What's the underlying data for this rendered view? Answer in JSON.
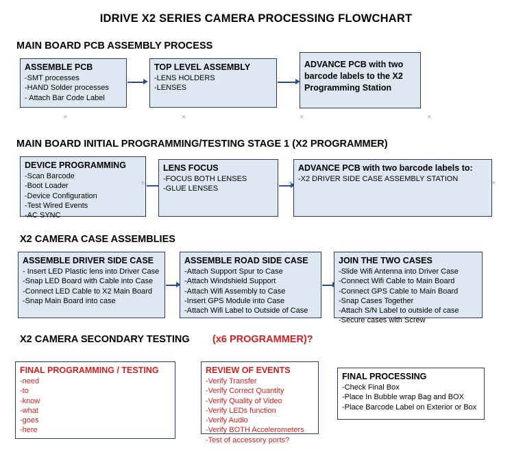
{
  "title": "IDRIVE X2  SERIES CAMERA PROCESSING FLOWCHART",
  "colors": {
    "box_fill": "#dfe7f2",
    "box_border": "#2b3a55",
    "arrow": "#2f4e8f",
    "accent_red": "#d02020"
  },
  "sections": [
    {
      "heading": "MAIN BOARD PCB ASSEMBLY PROCESS",
      "boxes": [
        {
          "title": "ASSEMBLE PCB",
          "body": "-SMT processes\n-HAND Solder processes\n- Attach Bar Code Label"
        },
        {
          "title": "TOP LEVEL ASSEMBLY",
          "body": "-LENS HOLDERS\n-LENSES"
        },
        {
          "title": "ADVANCE PCB with two\nbarcode labels to the\nX2 Programming Station",
          "body": ""
        }
      ]
    },
    {
      "heading": "MAIN BOARD INITIAL PROGRAMMING/TESTING STAGE 1 (X2 PROGRAMMER)",
      "boxes": [
        {
          "title": "DEVICE PROGRAMMING",
          "body": "-Scan Barcode\n-Boot Loader\n-Device Configuration\n-Test Wired Events\n-AC SYNC"
        },
        {
          "title": "LENS FOCUS",
          "body": "-FOCUS BOTH LENSES\n-GLUE LENSES"
        },
        {
          "title": "ADVANCE PCB with two barcode labels to:",
          "body": "-X2 DRIVER  SIDE  CASE  ASSEMBLY STATION"
        }
      ]
    },
    {
      "heading": "X2 CAMERA CASE ASSEMBLIES",
      "boxes": [
        {
          "title": "ASSEMBLE DRIVER SIDE CASE",
          "body": "- Insert LED Plastic lens into Driver Case\n-Snap LED Board with Cable into Case\n-Connect LED Cable to X2 Main Board\n-Snap Main Board into case"
        },
        {
          "title": "ASSEMBLE ROAD SIDE CASE",
          "body": "-Attach Support Spur to Case\n-Attach Windshield Support\n-Attach Wifi Assembly to Case\n-Insert GPS Module into Case\n-Attach Wifi Label to Outside of Case"
        },
        {
          "title": "JOIN THE TWO CASES",
          "body": "-Slide Wifi Antenna into Driver Case\n-Connect Wifi Cable to Main Board\n-Connect GPS Cable to Main Board\n-Snap Cases Together\n-Attach S/N Label to outside of case\n-Secure cases with Screw"
        }
      ]
    },
    {
      "heading": "X2 CAMERA SECONDARY TESTING",
      "heading_suffix": "(x6 PROGRAMMER)?",
      "boxes": [
        {
          "title": "FINAL PROGRAMMING / TESTING",
          "body": "-need\n-to\n-know\n-what\n-goes\n-here"
        },
        {
          "title": "REVIEW OF EVENTS",
          "body": "-Verify Transfer\n-Verify Correct Quantity\n-Verify Quality of Video\n-Verify LEDs function\n-Verify Audio\n-Verify BOTH Accelerometers\n-Test of accessory ports?"
        },
        {
          "title": "FINAL PROCESSING",
          "body": "-Check Final Box\n-Place In Bubble wrap Bag and BOX\n-Place Barcode Label on Exterior or Box"
        }
      ]
    }
  ]
}
